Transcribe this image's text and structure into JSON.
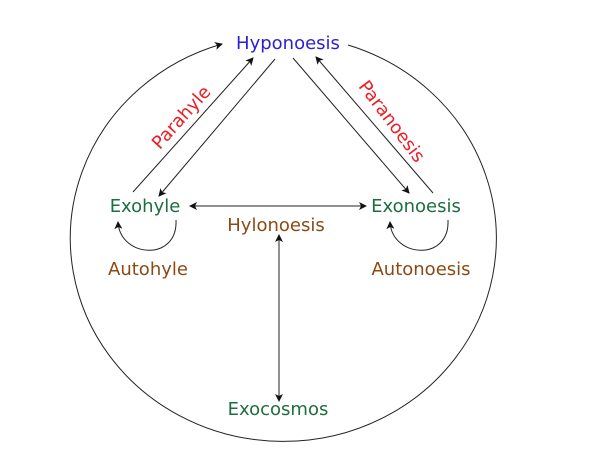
{
  "nodes": {
    "hyponoesis": "Hyponoesis",
    "exohyle": "Exohyle",
    "exonoesis": "Exonoesis",
    "hylonoesis": "Hylonoesis",
    "autohyle": "Autohyle",
    "autonoesis": "Autonoesis",
    "exocosmos": "Exocosmos",
    "parahyle": "Parahyle",
    "paranoesis": "Paranoesis"
  },
  "colors": {
    "blue": "#2a1fd6",
    "green": "#1d6e3e",
    "brown": "#8b4a14",
    "red": "#ee1c24"
  }
}
